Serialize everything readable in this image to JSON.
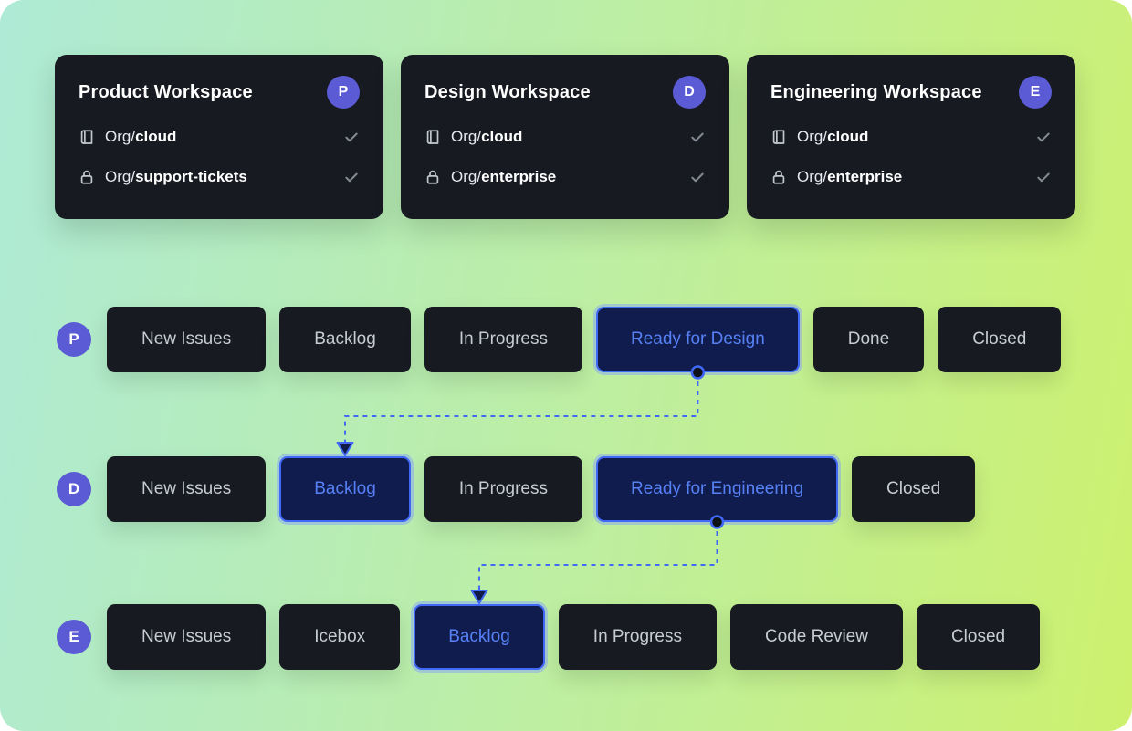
{
  "page": {
    "name": "Workspaces and workflows diagram"
  },
  "colors": {
    "background_start": "#aeead6",
    "background_end": "#cdf16e",
    "card_bg": "#171a21",
    "badge": "#5b5bd6",
    "accent_blue": "#4168f6",
    "highlight_bg": "#111c4e",
    "highlight_text": "#5681f5",
    "stage_text": "#c7cbd2",
    "check": "#848a93"
  },
  "workspaces": [
    {
      "title": "Product Workspace",
      "badge": "P",
      "repos": [
        {
          "icon": "repo-book-icon",
          "prefix": "Org/",
          "name": "cloud",
          "status_icon": "check-icon"
        },
        {
          "icon": "lock-icon",
          "prefix": "Org/",
          "name": "support-tickets",
          "status_icon": "check-icon"
        }
      ]
    },
    {
      "title": "Design Workspace",
      "badge": "D",
      "repos": [
        {
          "icon": "repo-book-icon",
          "prefix": "Org/",
          "name": "cloud",
          "status_icon": "check-icon"
        },
        {
          "icon": "lock-icon",
          "prefix": "Org/",
          "name": "enterprise",
          "status_icon": "check-icon"
        }
      ]
    },
    {
      "title": "Engineering Workspace",
      "badge": "E",
      "repos": [
        {
          "icon": "repo-book-icon",
          "prefix": "Org/",
          "name": "cloud",
          "status_icon": "check-icon"
        },
        {
          "icon": "lock-icon",
          "prefix": "Org/",
          "name": "enterprise",
          "status_icon": "check-icon"
        }
      ]
    }
  ],
  "workflows": [
    {
      "badge": "P",
      "stages": [
        {
          "label": "New Issues",
          "highlighted": false
        },
        {
          "label": "Backlog",
          "highlighted": false
        },
        {
          "label": "In Progress",
          "highlighted": false
        },
        {
          "label": "Ready for Design",
          "highlighted": true
        },
        {
          "label": "Done",
          "highlighted": false
        },
        {
          "label": "Closed",
          "highlighted": false
        }
      ]
    },
    {
      "badge": "D",
      "stages": [
        {
          "label": "New Issues",
          "highlighted": false
        },
        {
          "label": "Backlog",
          "highlighted": true
        },
        {
          "label": "In Progress",
          "highlighted": false
        },
        {
          "label": "Ready for Engineering",
          "highlighted": true
        },
        {
          "label": "Closed",
          "highlighted": false
        }
      ]
    },
    {
      "badge": "E",
      "stages": [
        {
          "label": "New Issues",
          "highlighted": false
        },
        {
          "label": "Icebox",
          "highlighted": false
        },
        {
          "label": "Backlog",
          "highlighted": true
        },
        {
          "label": "In Progress",
          "highlighted": false
        },
        {
          "label": "Code Review",
          "highlighted": false
        },
        {
          "label": "Closed",
          "highlighted": false
        }
      ]
    }
  ],
  "connections": [
    {
      "from": {
        "row": 0,
        "stage": 3
      },
      "to": {
        "row": 1,
        "stage": 1
      }
    },
    {
      "from": {
        "row": 1,
        "stage": 3
      },
      "to": {
        "row": 2,
        "stage": 2
      }
    }
  ]
}
